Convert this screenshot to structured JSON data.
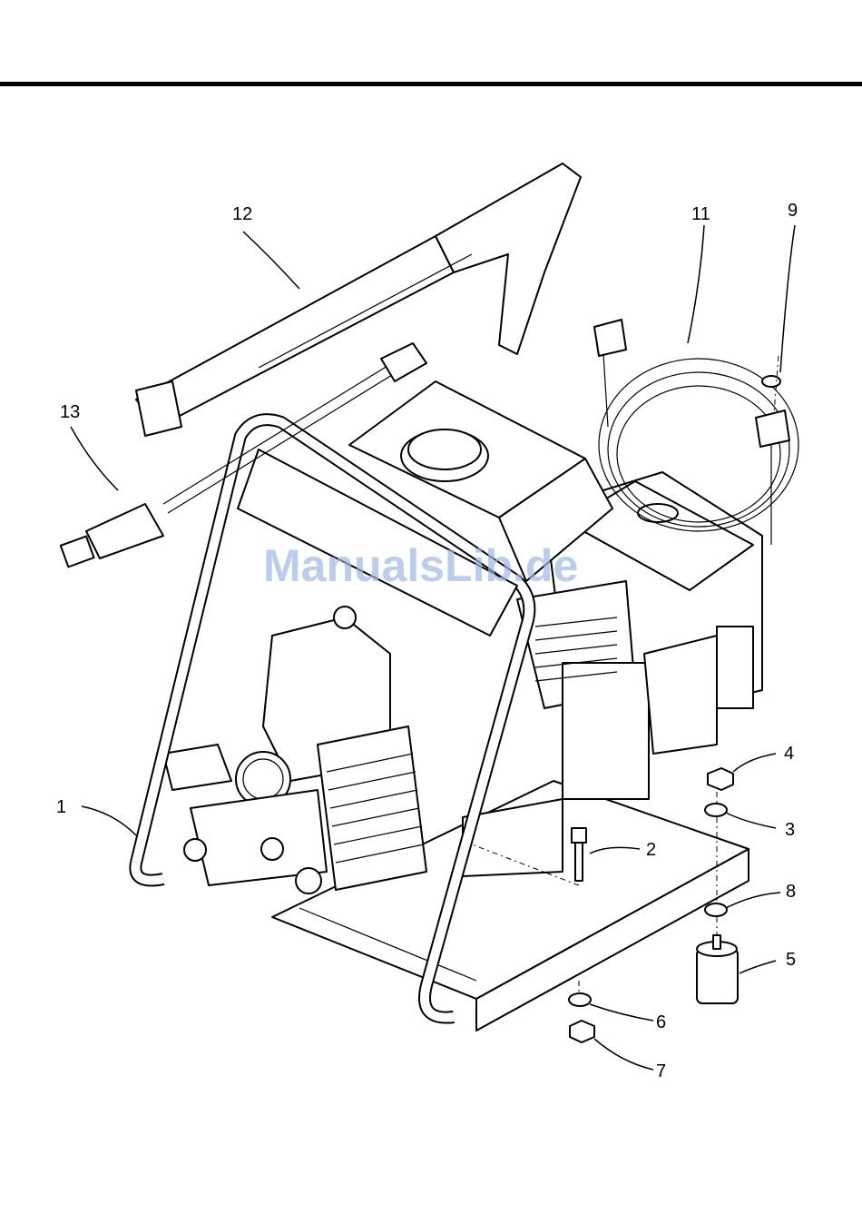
{
  "watermark": "ManualsLib.de",
  "callouts": [
    {
      "id": "1",
      "label": "1"
    },
    {
      "id": "2",
      "label": "2"
    },
    {
      "id": "3",
      "label": "3"
    },
    {
      "id": "4",
      "label": "4"
    },
    {
      "id": "5",
      "label": "5"
    },
    {
      "id": "6",
      "label": "6"
    },
    {
      "id": "7",
      "label": "7"
    },
    {
      "id": "8",
      "label": "8"
    },
    {
      "id": "9",
      "label": "9"
    },
    {
      "id": "11",
      "label": "11"
    },
    {
      "id": "12",
      "label": "12"
    },
    {
      "id": "13",
      "label": "13"
    }
  ]
}
